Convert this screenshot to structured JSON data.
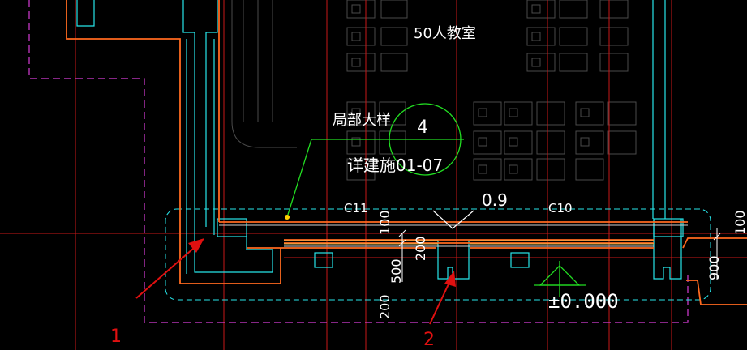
{
  "drawing": {
    "room_label": "50人教室",
    "detail_callout": {
      "title_label": "局部大样",
      "index_number": "4",
      "sheet_reference": "详建施01-07"
    },
    "beams": [
      "C11",
      "C10"
    ],
    "slope_value": "0.9",
    "elevation": "±0.000",
    "dimensions": [
      "100",
      "200",
      "500",
      "200",
      "900",
      "100"
    ],
    "markers": [
      "1",
      "2"
    ],
    "colors": {
      "background": "#000000",
      "wall_outline": "#ff6a1f",
      "cyan_lines": "#27e6ea",
      "magenta_dashed": "#d63cd6",
      "axis_lines": "#c81818",
      "leader_green": "#22dd22",
      "furniture_gray": "#4a4a4a",
      "marker_red": "#e01010"
    }
  }
}
